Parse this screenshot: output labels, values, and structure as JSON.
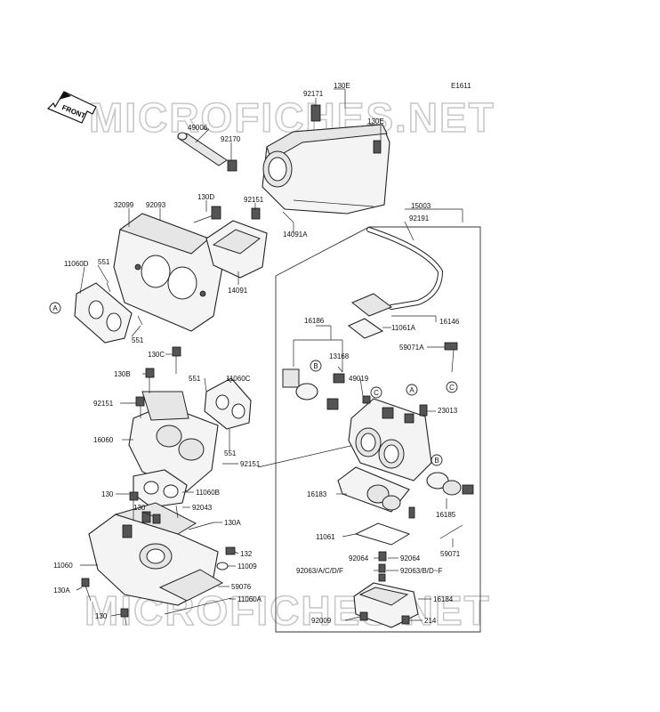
{
  "diagram_code": "E1611",
  "front_arrow": "FRONT",
  "watermark": "MICROFICHES.NET",
  "callouts": [
    "A",
    "A",
    "B",
    "B",
    "C",
    "C"
  ],
  "labels": {
    "n130E_top": "130E",
    "n92171": "92171",
    "n130E_right": "130E",
    "n49006": "49006",
    "n92170": "92170",
    "n130D": "130D",
    "n92151_top": "92151",
    "n32099": "32099",
    "n92093": "92093",
    "n14091A": "14091A",
    "n15003": "15003",
    "n11060D": "11060D",
    "n551_a": "551",
    "n551_b": "551",
    "n14091": "14091",
    "n92191": "92191",
    "n16186": "16186",
    "n16146": "16146",
    "n11061A": "11061A",
    "n59071A": "59071A",
    "n130C": "130C",
    "n13168": "13168",
    "n130B": "130B",
    "n551_c": "551",
    "n11060C": "11060C",
    "n49019": "49019",
    "n92151_mid": "92151",
    "n23013": "23013",
    "n16060": "16060",
    "n551_d": "551",
    "n92151_low": "92151",
    "n11060B": "11060B",
    "n130_a": "130",
    "n16183": "16183",
    "n130_b": "130",
    "n92043": "92043",
    "n130A_right": "130A",
    "n16185": "16185",
    "n11061": "11061",
    "n59071": "59071",
    "n132": "132",
    "n11060": "11060",
    "n11009": "11009",
    "n92064_a": "92064",
    "n92064_b": "92064",
    "n92063_left": "92063/A/C/D/F",
    "n92063_right": "92063/B/D~F",
    "n59076": "59076",
    "n130A_left": "130A",
    "n16184": "16184",
    "n11060A": "11060A",
    "n130_c": "130",
    "n92009": "92009",
    "n214": "214"
  }
}
